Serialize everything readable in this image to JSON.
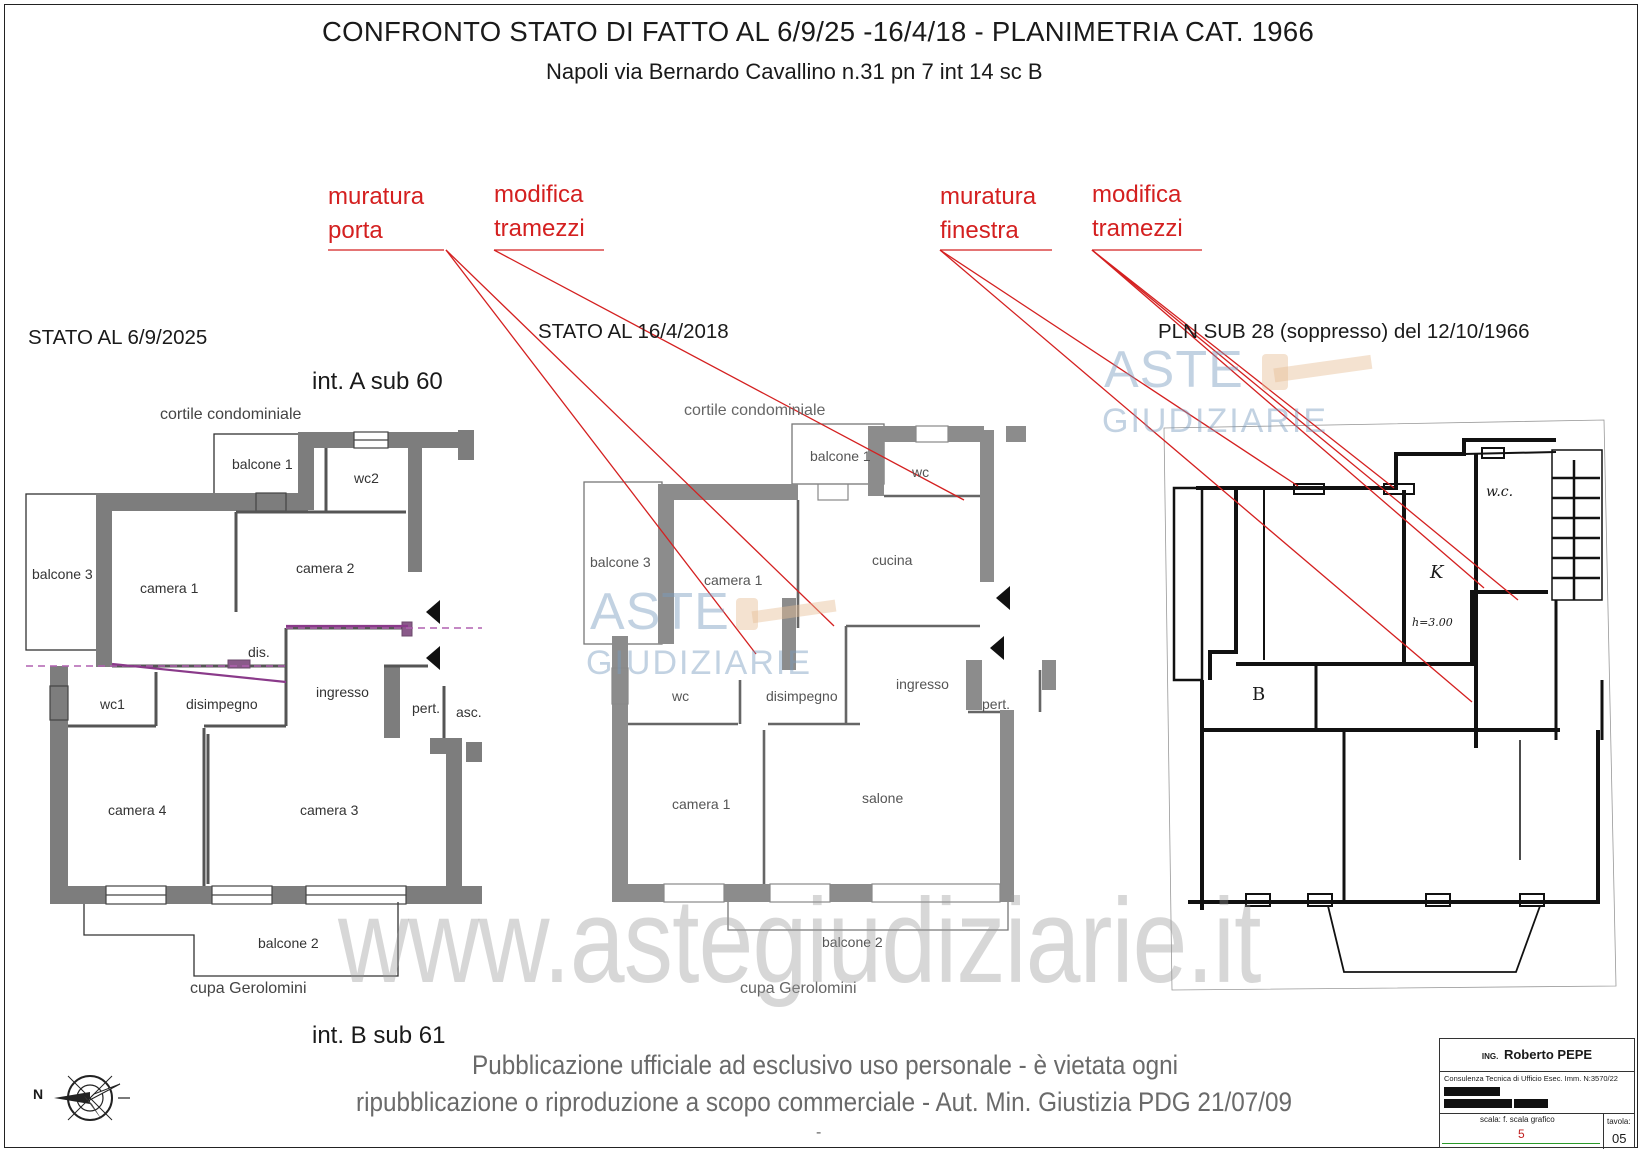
{
  "title": "CONFRONTO STATO DI FATTO AL 6/9/25 -16/4/18 - PLANIMETRIA  CAT. 1966",
  "subtitle": "Napoli via Bernardo Cavallino n.31 pn 7 int 14 sc B",
  "annotations": {
    "left_1": "muratura",
    "left_2": "porta",
    "left_3": "modifica",
    "left_4": "tramezzi",
    "right_1": "muratura",
    "right_2": "finestra",
    "right_3": "modifica",
    "right_4": "tramezzi",
    "color": "#d42020"
  },
  "sections": {
    "current": "STATO AL 6/9/2025",
    "previous": "STATO AL 16/4/2018",
    "cadastral": "PLN SUB 28 (soppresso) del 12/10/1966"
  },
  "plan_2025": {
    "unit_a": "int. A sub 60",
    "unit_b": "int. B sub 61",
    "courtyard": "cortile condominiale",
    "street": "cupa Gerolomini",
    "rooms": {
      "balcone1": "balcone 1",
      "wc2": "wc2",
      "balcone3": "balcone 3",
      "camera1": "camera 1",
      "camera2": "camera 2",
      "dis": "dis.",
      "wc1": "wc1",
      "disimpegno": "disimpegno",
      "ingresso": "ingresso",
      "pert": "pert.",
      "asc": "asc.",
      "camera4": "camera 4",
      "camera3": "camera 3",
      "balcone2": "balcone 2"
    }
  },
  "plan_2018": {
    "courtyard": "cortile condominiale",
    "street": "cupa Gerolomini",
    "rooms": {
      "balcone1": "balcone 1",
      "wc_top": "wc",
      "cucina": "cucina",
      "balcone3": "balcone 3",
      "camera1_top": "camera 1",
      "ingresso": "ingresso",
      "wc": "wc",
      "disimpegno": "disimpegno",
      "pert": "pert.",
      "camera1": "camera 1",
      "salone": "salone",
      "balcone2": "balcone 2"
    }
  },
  "plan_1966": {
    "marks": {
      "wc": "w.c.",
      "k": "K",
      "height": "h=3.00",
      "b": "B"
    }
  },
  "watermark": {
    "brand_1": "ASTE",
    "brand_2": "GIUDIZIARIE",
    "url": "www.astegiudiziarie.it"
  },
  "disclaimer": {
    "line1": "Pubblicazione ufficiale ad esclusivo uso personale - è vietata ogni",
    "line2": "ripubblicazione o riproduzione a scopo commerciale - Aut. Min. Giustizia PDG 21/07/09",
    "line3": "-"
  },
  "title_block": {
    "prefix": "ING.",
    "engineer": "Roberto PEPE",
    "role": "Consulenza Tecnica di Ufficio Esec. Imm. N:3570/22",
    "scale_label": "scala: f. scala grafico",
    "scale_value": "5",
    "sheet_label": "tavola:",
    "sheet_number": "05"
  },
  "compass": {
    "label": "N"
  }
}
